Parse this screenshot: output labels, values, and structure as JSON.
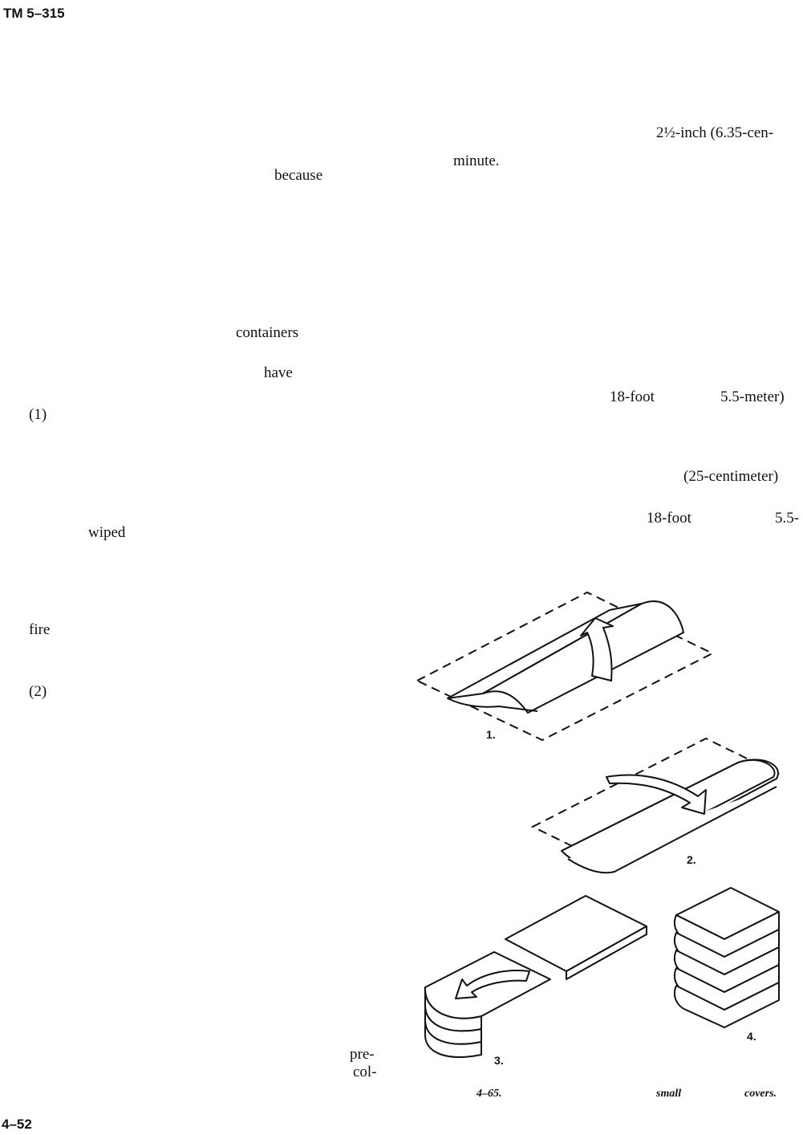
{
  "header": {
    "doc_id": "TM 5–315"
  },
  "text_fragments": {
    "frag_1": "2½-inch (6.35-cen-",
    "frag_2": "minute.",
    "frag_3": "because",
    "frag_4": "containers",
    "frag_5": "have",
    "frag_6": "18-foot",
    "frag_7": "5.5-meter)",
    "frag_8": "(1)",
    "frag_9": "(25-centimeter)",
    "frag_10": "18-foot",
    "frag_11": "5.5-",
    "frag_12": "wiped",
    "frag_13": "fire",
    "frag_14": "(2)",
    "frag_15": "pre-",
    "frag_16": "col-"
  },
  "figure": {
    "step_labels": [
      "1.",
      "2.",
      "3.",
      "4."
    ],
    "caption_parts": [
      "4–65.",
      "small",
      "covers."
    ]
  },
  "footer": {
    "page_number": "4–52"
  }
}
